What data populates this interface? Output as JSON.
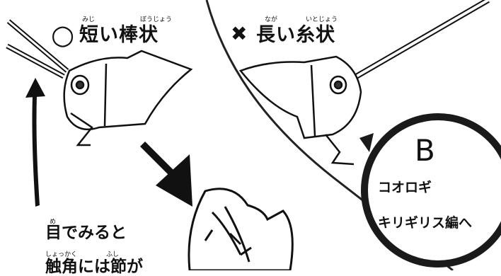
{
  "left_panel": {
    "mark": "○",
    "heading": "短い棒状",
    "ruby_mijika": "みじ",
    "ruby_boujou": "ぼうじょう",
    "caption_line1": "目でみると",
    "ruby_me": "め",
    "caption_line2": "触角には節が",
    "ruby_shokkaku": "しょっかく",
    "ruby_fushi": "ふし"
  },
  "right_panel": {
    "mark": "✖",
    "heading": "長い糸状",
    "ruby_naga": "なが",
    "ruby_itojou": "いとじょう"
  },
  "bubble": {
    "letter": "B",
    "line1": "コオロギ",
    "line2": "キリギリス編へ"
  },
  "colors": {
    "ink": "#111111",
    "bubble_border": "#1a1a1a",
    "background": "#ffffff"
  }
}
